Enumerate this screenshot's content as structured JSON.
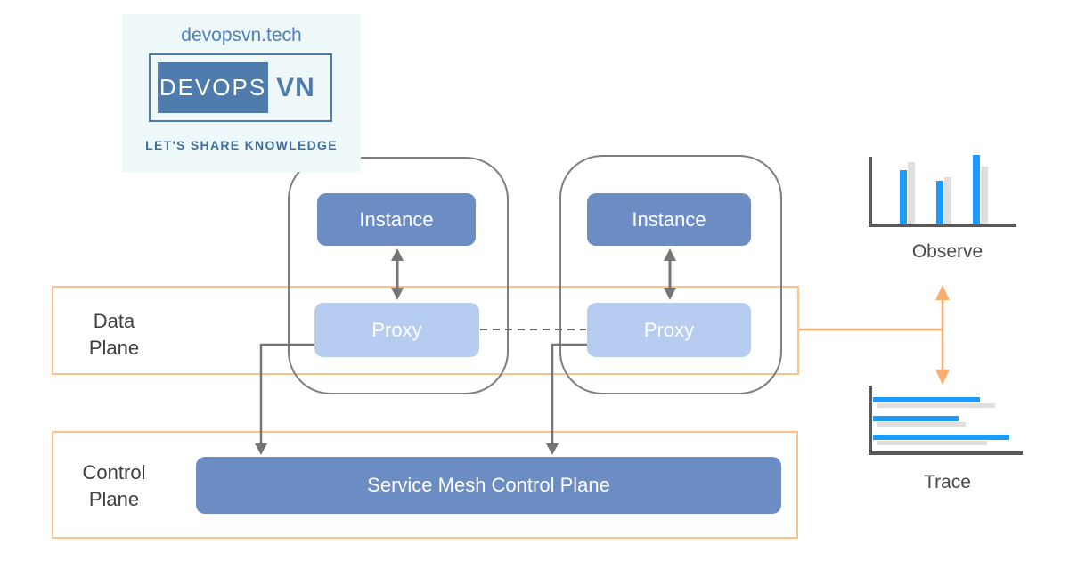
{
  "branding": {
    "site": "devopsvn.tech",
    "logo_primary": "DEVOPS",
    "logo_secondary": "VN",
    "tagline": "LET'S SHARE KNOWLEDGE"
  },
  "planes": {
    "data": {
      "line1": "Data",
      "line2": "Plane"
    },
    "control": {
      "line1": "Control",
      "line2": "Plane"
    }
  },
  "pods": [
    {
      "instance": "Instance",
      "proxy": "Proxy"
    },
    {
      "instance": "Instance",
      "proxy": "Proxy"
    }
  ],
  "control_plane_box": "Service Mesh Control Plane",
  "charts": {
    "observe": {
      "type": "bar",
      "label": "Observe",
      "blue_heights": [
        60,
        48,
        77
      ],
      "gray_heights": [
        69,
        52,
        64
      ]
    },
    "trace": {
      "type": "bar-horizontal",
      "label": "Trace",
      "blue_lengths": [
        120,
        96,
        153
      ],
      "gray_lengths": [
        133,
        100,
        124
      ]
    }
  },
  "colors": {
    "box_blue": "#6C8DC4",
    "box_light_blue": "#B6CCF1",
    "band_orange": "#FBC28A",
    "arrow_orange": "#F9AE6B",
    "line_gray": "#757575",
    "dash_gray": "#666666",
    "axis_gray": "#595959",
    "bar_blue": "#1E9AFA",
    "bar_gray": "#DFDFDF",
    "logo_blue": "#4E7BAB",
    "panel_bg": "#EFF8F8"
  }
}
